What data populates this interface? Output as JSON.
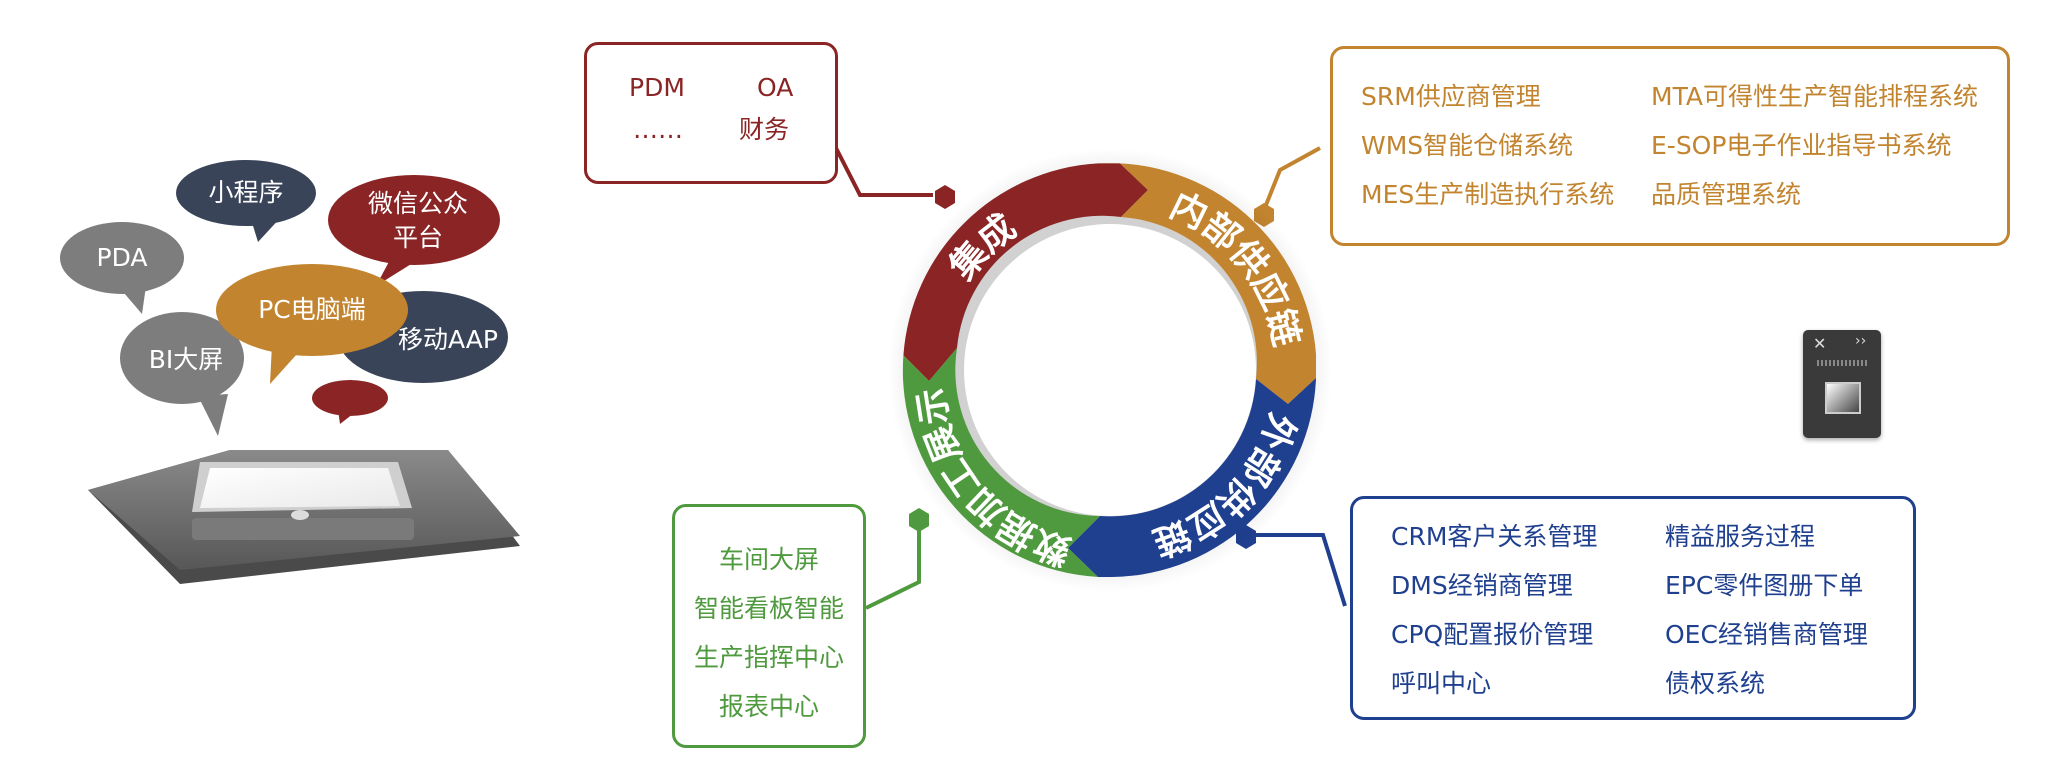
{
  "colors": {
    "integration": "#8b2525",
    "internal": "#c2842f",
    "external": "#1f3f8f",
    "data": "#4f9a3e",
    "device_gray": "#6b6b6b",
    "bubble_navy": "#3a4459",
    "bubble_gray": "#7d7d7d"
  },
  "bubbles": {
    "pda": "PDA",
    "miniprogram": "小程序",
    "wechat_line1": "微信公众",
    "wechat_line2": "平台",
    "pc": "PC电脑端",
    "mobile": "移动AAP",
    "bi": "BI大屏"
  },
  "ring": {
    "integration": "集成",
    "internal": "内部供应链",
    "external": "外部供应链",
    "data": "数据加工展示"
  },
  "integration_box": {
    "items": [
      "PDM",
      "OA",
      "……",
      "财务"
    ]
  },
  "internal_box": {
    "items": [
      "SRM供应商管理",
      "MTA可得性生产智能排程系统",
      "WMS智能仓储系统",
      "E-SOP电子作业指导书系统",
      "MES生产制造执行系统",
      "品质管理系统"
    ]
  },
  "external_box": {
    "items": [
      "CRM客户关系管理",
      "精益服务过程",
      "DMS经销商管理",
      "EPC零件图册下单",
      "CPQ配置报价管理",
      "OEC经销售商管理",
      "呼叫中心",
      "债权系统"
    ]
  },
  "data_box": {
    "items": [
      "车间大屏",
      "智能看板智能",
      "生产指挥中心",
      "报表中心"
    ]
  },
  "widget": {
    "close_glyph": "✕",
    "expand_glyph": "››",
    "icons": [
      "close-icon",
      "expand-icon",
      "gradient-icon"
    ]
  }
}
